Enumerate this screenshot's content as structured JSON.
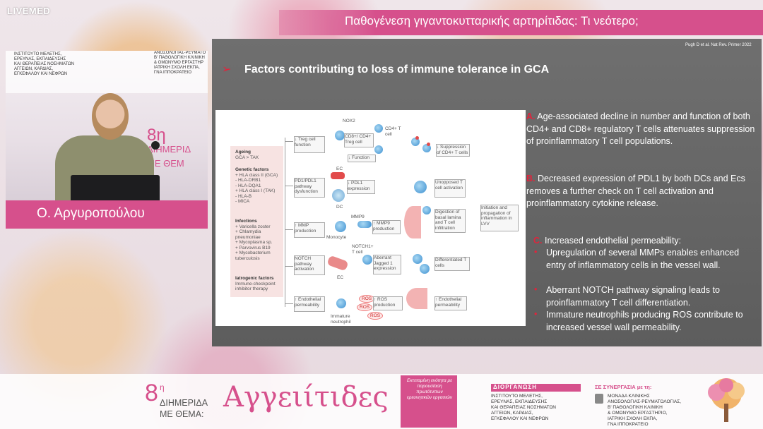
{
  "brand": {
    "logo": "LIVEMED",
    "accent": "#d6508c",
    "red": "#e0243c"
  },
  "header": {
    "title": "Παθογένεση γιγαντοκυτταρικής αρτηρίτιδας: Τι νεότερο;"
  },
  "camera": {
    "institute_left": [
      "ΙΝΣΤΙΤΟΥΤΟ ΜΕΛΕΤΗΣ,",
      "ΕΡΕΥΝΑΣ, ΕΚΠΑΙΔΕΥΣΗΣ",
      "ΚΑΙ ΘΕΡΑΠΕΙΑΣ ΝΟΣΗΜΑΤΩΝ",
      "ΑΓΓΕΙΩΝ, ΚΑΡΔΙΑΣ,",
      "ΕΓΚΕΦΑΛΟΥ ΚΑΙ ΝΕΦΡΩΝ"
    ],
    "institute_right": [
      "ΑΝΟΣΟΛΟΓΙΑΣ-ΡΕΥΜΑΤΟ",
      "Β' ΠΑΘΟΛΟΓΙΚΗ ΚΛΙΝΙΚΗ",
      "& ΟΜΩΝΥΜΟ ΕΡΓΑΣΤΗΡ",
      "ΙΑΤΡΙΚΗ ΣΧΟΛΗ ΕΚΠΑ,",
      "ΓΝΑ ΙΠΠΟΚΡΑΤΕΙΟ"
    ],
    "banner": [
      "8η",
      "ΔΙΗΜΕΡΙΔ",
      "ΜΕ ΘΕΜ"
    ]
  },
  "speaker": {
    "name": "Ο. Αργυροπούλου"
  },
  "slide": {
    "reference": "Pugh D et al. Nat Rev. Primer 2022",
    "title": "Factors contributing to loss of immune tolerance in GCA",
    "figure": {
      "left_panel": {
        "ageing_h": "Ageing",
        "ageing_v": "GCA > TAK",
        "genetic_h": "Genetic factors",
        "genetic": [
          "+ HLA class II (GCA)",
          "- HLA-DRB1",
          "- HLA-DQA1",
          "+ HLA class I (TAK)",
          "- HLA-B",
          "- MICA"
        ],
        "infections_h": "Infections",
        "infections": [
          "+ Varicella zoster",
          "+ Chlamydia",
          "  pneumoniae",
          "+ Mycoplasma sp.",
          "+ Parvovirus B19",
          "+ Mycobacterium",
          "  tuberculosis"
        ],
        "iatro_h": "Iatrogenic factors",
        "iatro": [
          "Immune-checkpoint",
          "inhibitor therapy"
        ]
      },
      "mech": [
        "↓ Treg cell function",
        "PD1/PDL1 pathway dysfunction",
        "↑ MMP production",
        "NOTCH pathway activation",
        "↑ Endothelial permeability"
      ],
      "labels": {
        "nox2": "NOX2",
        "cd4t": "CD4+ T cell",
        "cd8": "CD8+/ CD4+ Treg cell",
        "function": "↓ Function",
        "suppression": "↓ Suppression of CD4+ T cells",
        "ec": "EC",
        "dc": "DC",
        "pdl1": "↓ PDL1 expression",
        "unopposed": "Unopposed T cell activation",
        "mmp9": "MMP9",
        "mmp9p": "↑ MMP9 production",
        "monocyte": "Monocyte",
        "digestion": "Digestion of basal lamina and T cell infiltration",
        "initiation": "Initiation and propagation of inflammation in LVV",
        "notch1": "NOTCH1+ T cell",
        "jagged": "Aberrant Jagged 1 expression",
        "ec2": "EC",
        "differentiated": "Differentiated T cells",
        "ros": "ROS",
        "rosp": "↑ ROS production",
        "immature": "Immature neutrophil",
        "endo": "↑ Endothelial permeability"
      }
    },
    "points": {
      "a_letter": "A.",
      "a_text": "Age-associated decline in number and function of both CD4+ and CD8+ regulatory T cells attenuates suppression of proinflammatory T cell populations.",
      "b_letter": "B.",
      "b_text": "Decreased expression of PDL1 by both DCs and Ecs removes a further check on T cell activation and proinflammatory cytokine release.",
      "c_letter": "C.",
      "c_text": "Increased endothelial permeability:",
      "c_bullets": [
        "Upregulation of several MMPs enables enhanced entry of inflammatory cells in the vessel wall.",
        "Aberrant NOTCH pathway signaling leads to proinflammatory T cell differentiation.",
        "Immature neutrophils producing ROS contribute to increased vessel wall permeability."
      ]
    }
  },
  "footer": {
    "num": "8",
    "sup": "η",
    "dim": "ΔΙΗΜΕΡΙΔΑ",
    "with": "ΜΕ ΘΕΜΑ:",
    "title": "Αγγειίτιδες",
    "pink_text": "Εκτεταμένη ενότητα με παρουσίαση πρωτότυπων ερευνητικών εργασιών",
    "org_h": "ΔΙΟΡΓΑΝΩΣΗ",
    "org": [
      "ΙΝΣΤΙΤΟΥΤΟ ΜΕΛΕΤΗΣ,",
      "ΕΡΕΥΝΑΣ, ΕΚΠΑΙΔΕΥΣΗΣ",
      "ΚΑΙ ΘΕΡΑΠΕΙΑΣ ΝΟΣΗΜΑΤΩΝ",
      "ΑΓΓΕΙΩΝ, ΚΑΡΔΙΑΣ,",
      "ΕΓΚΕΦΑΛΟΥ ΚΑΙ ΝΕΦΡΩΝ"
    ],
    "co_h": "ΣΕ ΣΥΝΕΡΓΑΣΙΑ με τη:",
    "co": [
      "ΜΟΝΑΔΑ ΚΛΙΝΙΚΗΣ",
      "ΑΝΟΣΟΛΟΓΙΑΣ-ΡΕΥΜΑΤΟΛΟΓΙΑΣ,",
      "Β' ΠΑΘΟΛΟΓΙΚΗ ΚΛΙΝΙΚΗ",
      "& ΟΜΩΝΥΜΟ ΕΡΓΑΣΤΗΡΙΟ,",
      "ΙΑΤΡΙΚΗ ΣΧΟΛΗ ΕΚΠΑ,",
      "ΓΝΑ ΙΠΠΟΚΡΑΤΕΙΟ"
    ]
  }
}
